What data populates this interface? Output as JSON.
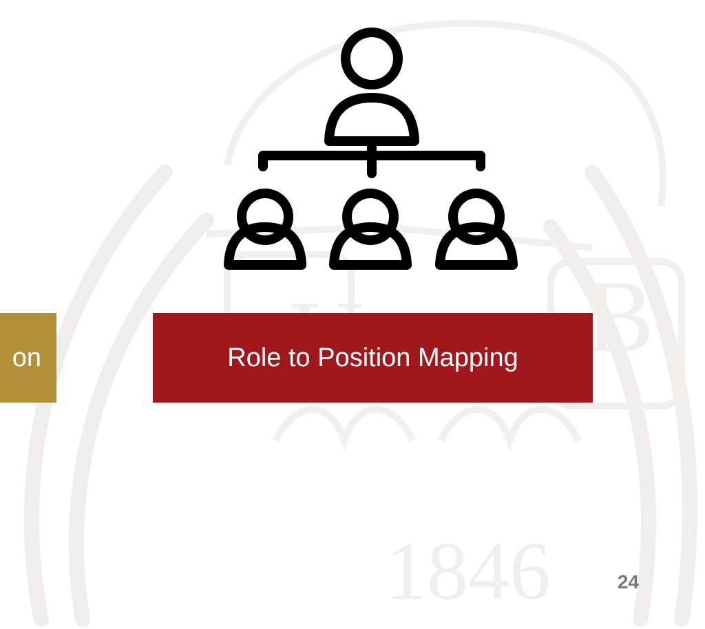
{
  "slide": {
    "page_number": "24",
    "left_tile_text": "on",
    "main_tile_text": "Role to Position Mapping",
    "watermark_year": "1846",
    "watermark_letters": [
      "U",
      "B"
    ],
    "icon": "org-chart-icon"
  },
  "colors": {
    "left_tile": "#b48f3a",
    "main_tile": "#a0181b",
    "icon_stroke": "#000000",
    "page_number": "#7a7a7a",
    "watermark": "#f0efee"
  }
}
